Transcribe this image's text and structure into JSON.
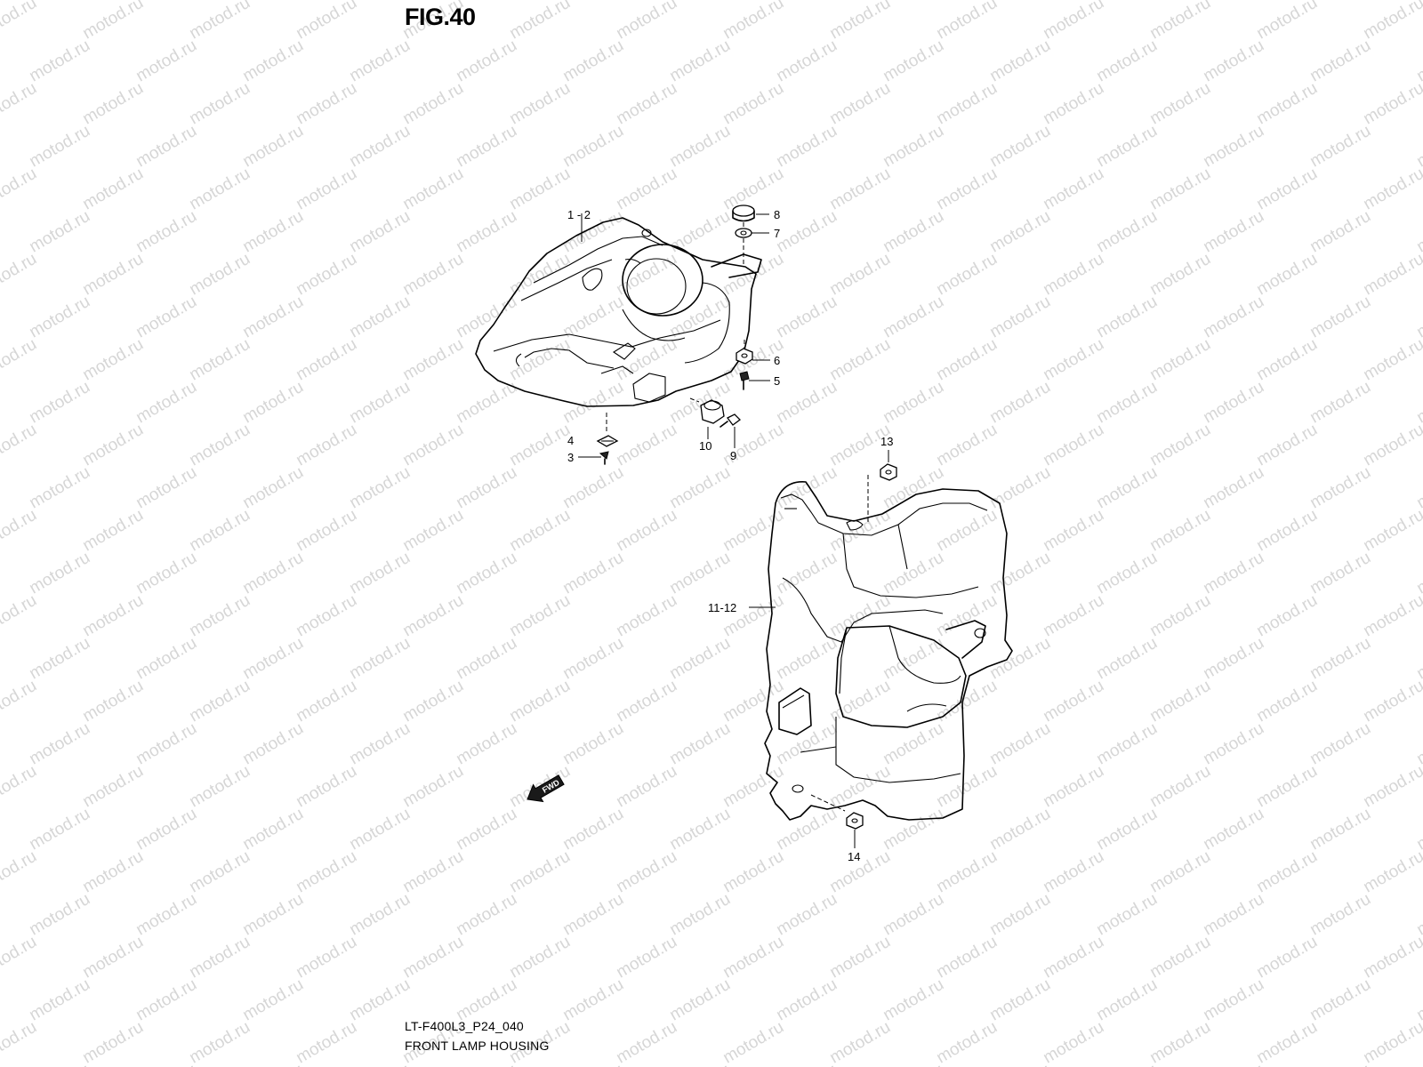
{
  "figure": {
    "title": "FIG.40",
    "code": "LT-F400L3_P24_040",
    "name": "FRONT LAMP HOUSING"
  },
  "watermark": {
    "text": "motod.ru",
    "color": "#d6d6d6"
  },
  "callouts": [
    {
      "id": "c-1-2",
      "label": "1 - 2"
    },
    {
      "id": "c-8",
      "label": "8"
    },
    {
      "id": "c-7",
      "label": "7"
    },
    {
      "id": "c-6",
      "label": "6"
    },
    {
      "id": "c-5",
      "label": "5"
    },
    {
      "id": "c-4",
      "label": "4"
    },
    {
      "id": "c-3",
      "label": "3"
    },
    {
      "id": "c-10",
      "label": "10"
    },
    {
      "id": "c-9",
      "label": "9"
    },
    {
      "id": "c-13",
      "label": "13"
    },
    {
      "id": "c-11-12",
      "label": "11-12"
    },
    {
      "id": "c-14",
      "label": "14"
    }
  ],
  "fwd_marker": {
    "text": "FWD",
    "icon": "direction-arrow-icon"
  }
}
